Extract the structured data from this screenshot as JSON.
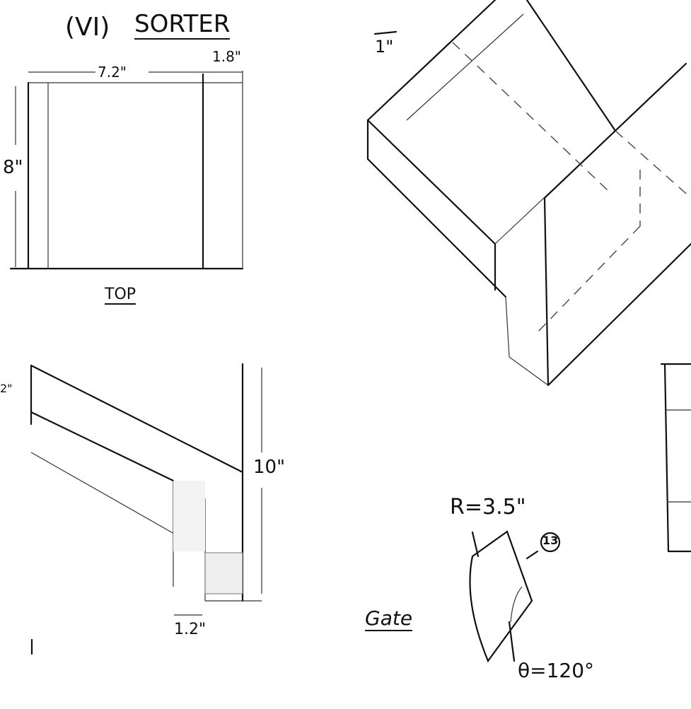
{
  "title": {
    "number": "(VI)",
    "name": "SORTER"
  },
  "top_view": {
    "width_main": "7.2\"",
    "width_side": "1.8\"",
    "height": "8\"",
    "label": "TOP"
  },
  "side_view": {
    "top_dim": "2\"",
    "height": "10\"",
    "step": "1.2\""
  },
  "iso_view": {
    "dim": "1\""
  },
  "gate": {
    "label": "Gate",
    "radius": "R=3.5\"",
    "part": "13",
    "angle": "θ=120°"
  }
}
